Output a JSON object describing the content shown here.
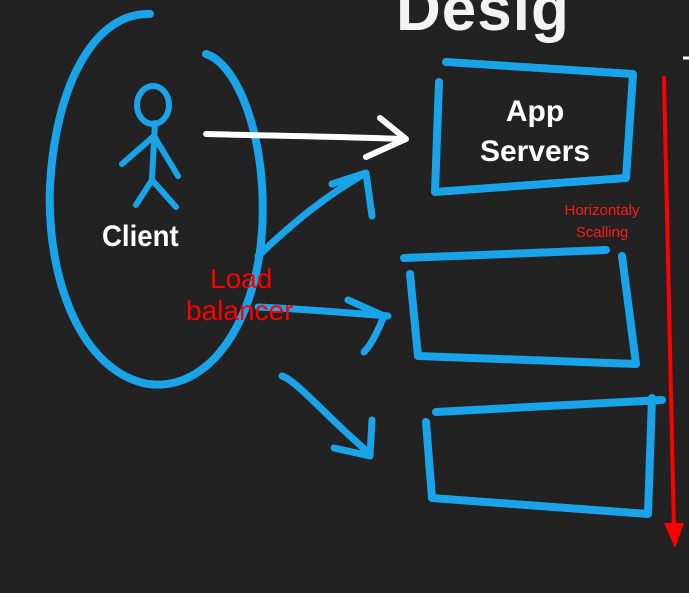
{
  "diagram": {
    "title_fragment": "Desig",
    "client": {
      "label": "Client"
    },
    "app_servers": {
      "label_line1": "App",
      "label_line2": "Servers"
    },
    "load_balancer": {
      "label_line1": "Load",
      "label_line2": "balancer"
    },
    "scaling_note": {
      "label_line1": "Horizontaly",
      "label_line2": "Scalling"
    },
    "colors": {
      "background": "#222222",
      "sketch_blue": "#19a4ea",
      "arrow_white": "#ffffff",
      "annotation_red": "#ff0000"
    },
    "icons": [
      "stick-figure-icon",
      "arrow-icon"
    ]
  }
}
